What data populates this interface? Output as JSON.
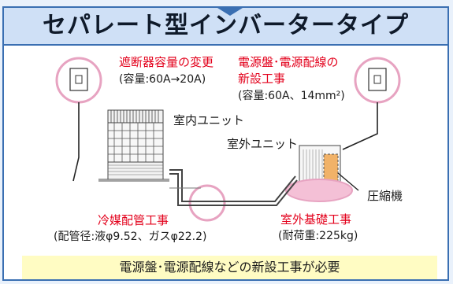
{
  "header": {
    "title": "セパレート型インバータータイプ"
  },
  "labels": {
    "breaker_change": "遮断器容量の変更",
    "breaker_spec": "(容量:60A→20A)",
    "panel_new_work_line1": "電源盤･電源配線の",
    "panel_new_work_line2": "新設工事",
    "panel_spec": "(容量:60A、14mm²)",
    "indoor_unit": "室内ユニット",
    "outdoor_unit": "室外ユニット",
    "compressor": "圧縮機",
    "refrigerant_piping_work": "冷媒配管工事",
    "refrigerant_piping_spec": "(配管径:液φ9.52、ガスφ22.2)",
    "outdoor_foundation_work": "室外基礎工事",
    "outdoor_foundation_spec": "(耐荷重:225kg)"
  },
  "footer": {
    "note": "電源盤･電源配線などの新設工事が必要"
  },
  "colors": {
    "border_blue": "#3a6fb2",
    "title_bg": "#cfe0f6",
    "highlight_pink": "#e7a3c1",
    "circle_pink_fill": "#f4c0d6",
    "note_bg": "#fffcc3",
    "red_text": "#e3001b",
    "compressor_orange": "#f1a650"
  },
  "icons": {
    "left_panel": "electrical-panel-icon",
    "right_panel": "electrical-panel-icon"
  }
}
